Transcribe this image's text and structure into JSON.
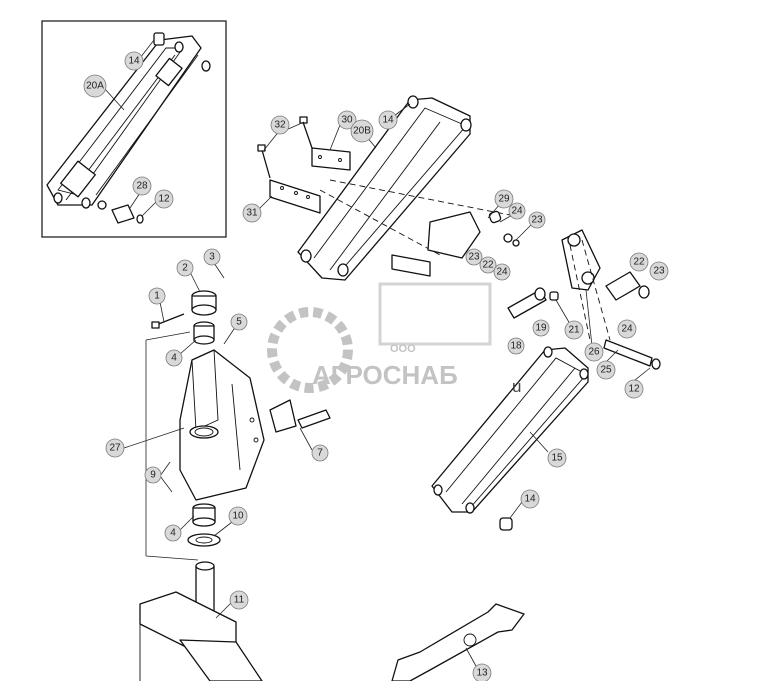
{
  "diagram": {
    "title": "",
    "callouts": [
      {
        "id": "c-14-inset",
        "label": "14"
      },
      {
        "id": "c-20a",
        "label": "20A"
      },
      {
        "id": "c-28",
        "label": "28"
      },
      {
        "id": "c-12-inset",
        "label": "12"
      },
      {
        "id": "c-32",
        "label": "32"
      },
      {
        "id": "c-30",
        "label": "30"
      },
      {
        "id": "c-20b",
        "label": "20B"
      },
      {
        "id": "c-14-top",
        "label": "14"
      },
      {
        "id": "c-31",
        "label": "31"
      },
      {
        "id": "c-29",
        "label": "29"
      },
      {
        "id": "c-24-a",
        "label": "24"
      },
      {
        "id": "c-23-a",
        "label": "23"
      },
      {
        "id": "c-23-b",
        "label": "23"
      },
      {
        "id": "c-22-a",
        "label": "22"
      },
      {
        "id": "c-24-b",
        "label": "24"
      },
      {
        "id": "c-22-b",
        "label": "22"
      },
      {
        "id": "c-23-c",
        "label": "23"
      },
      {
        "id": "c-24-c",
        "label": "24"
      },
      {
        "id": "c-19",
        "label": "19"
      },
      {
        "id": "c-18",
        "label": "18"
      },
      {
        "id": "c-21",
        "label": "21"
      },
      {
        "id": "c-26",
        "label": "26"
      },
      {
        "id": "c-25",
        "label": "25"
      },
      {
        "id": "c-12-right",
        "label": "12"
      },
      {
        "id": "c-2",
        "label": "2"
      },
      {
        "id": "c-3",
        "label": "3"
      },
      {
        "id": "c-1",
        "label": "1"
      },
      {
        "id": "c-5",
        "label": "5"
      },
      {
        "id": "c-4-top",
        "label": "4"
      },
      {
        "id": "c-27",
        "label": "27"
      },
      {
        "id": "c-7",
        "label": "7"
      },
      {
        "id": "c-9",
        "label": "9"
      },
      {
        "id": "c-4-bottom",
        "label": "4"
      },
      {
        "id": "c-10",
        "label": "10"
      },
      {
        "id": "c-11",
        "label": "11"
      },
      {
        "id": "c-15",
        "label": "15"
      },
      {
        "id": "c-14-bottom",
        "label": "14"
      },
      {
        "id": "c-13",
        "label": "13"
      }
    ]
  },
  "watermark": {
    "small_text": "ООО",
    "brand_text": "АГРОСНАБ",
    "stray_glyph": "u"
  },
  "colors": {
    "line": "#111111",
    "callout_fill": "#d9d9d9",
    "watermark": "#bdbdbd"
  }
}
